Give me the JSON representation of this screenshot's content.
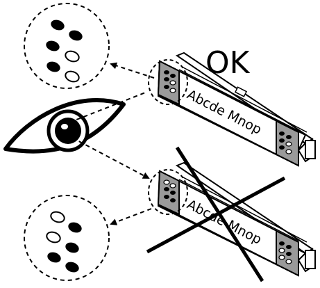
{
  "status_label": "OK",
  "strip_label_top": "Abcde Mnop",
  "strip_label_bottom": "Abcde Mnop",
  "colors": {
    "ink": "#000000",
    "panel": "#ffffff",
    "strip_end": "#9a9a9a",
    "strip_end_dark": "#7d7d7d"
  },
  "icons": {
    "eye": "eye-icon",
    "reject": "cross-out-mark"
  },
  "pattern_ok": [
    "filled",
    "filled",
    "filled",
    "empty",
    "filled",
    "empty"
  ],
  "pattern_bad": [
    "empty",
    "empty",
    "filled",
    "filled",
    "filled",
    "filled"
  ]
}
